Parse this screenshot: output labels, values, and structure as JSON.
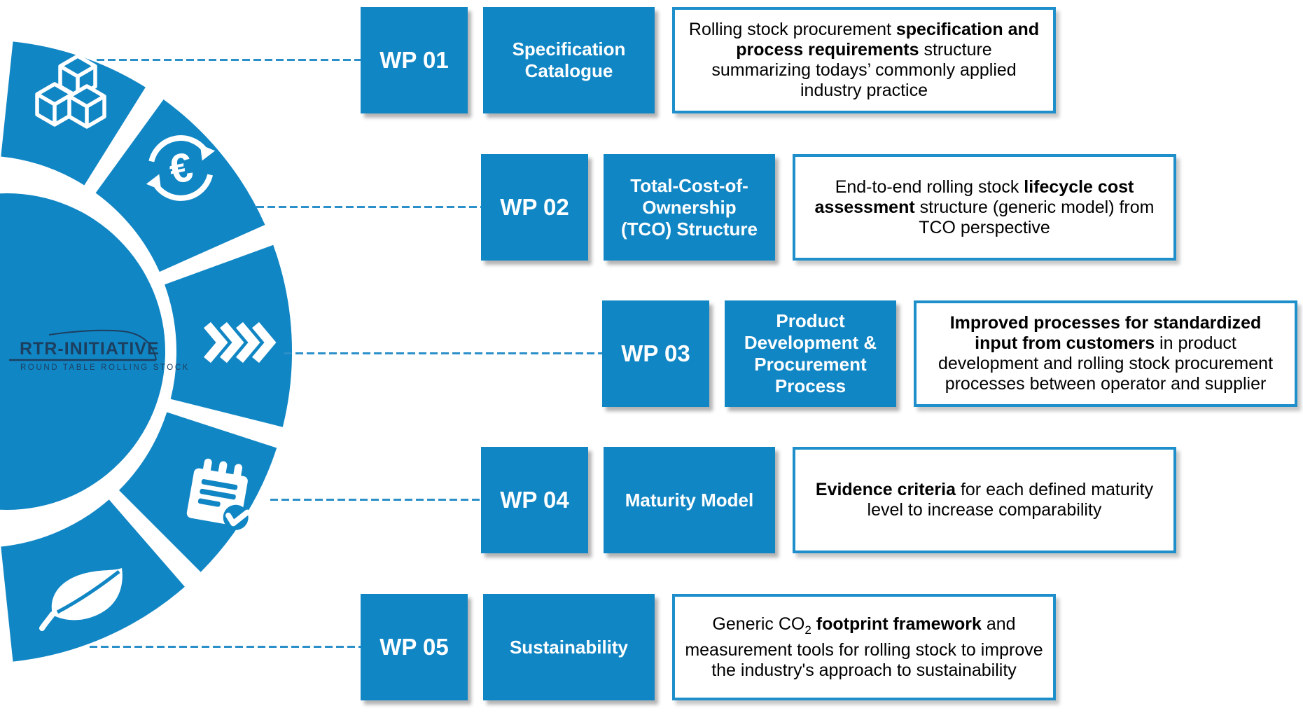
{
  "logo": {
    "title": "RTR-INITIATIVE",
    "subtitle": "ROUND TABLE ROLLING STOCK"
  },
  "colors": {
    "primary_blue": "#1186c4",
    "description_border_blue": "#1e8fca",
    "connector_dash_blue": "#2b8fc9",
    "logo_navy": "#1c3f60",
    "text_black": "#000000",
    "box_text_white": "#ffffff"
  },
  "wheel": {
    "segments": [
      {
        "icon": "cubes-icon",
        "linked_wp": "WP 01"
      },
      {
        "icon": "euro-cycle-icon",
        "linked_wp": "WP 02"
      },
      {
        "icon": "chevrons-icon",
        "linked_wp": "WP 03"
      },
      {
        "icon": "notepad-check-icon",
        "linked_wp": "WP 04"
      },
      {
        "icon": "leaf-icon",
        "linked_wp": "WP 05"
      }
    ]
  },
  "rows": [
    {
      "wp_label": "WP 01",
      "title": "Specification Catalogue",
      "description": [
        {
          "text": "Rolling stock procurement "
        },
        {
          "text": "specification and process requirements",
          "bold": true
        },
        {
          "text": " structure summarizing todays’ commonly applied industry practice"
        }
      ]
    },
    {
      "wp_label": "WP 02",
      "title": "Total-Cost-of-Ownership (TCO) Structure",
      "description": [
        {
          "text": "End-to-end rolling stock "
        },
        {
          "text": "lifecycle cost assessment",
          "bold": true
        },
        {
          "text": " structure (generic model) from TCO perspective"
        }
      ]
    },
    {
      "wp_label": "WP 03",
      "title": "Product Development & Procurement Process",
      "description": [
        {
          "text": "Improved processes for standardized input from customers",
          "bold": true
        },
        {
          "text": " in product development and rolling stock procurement processes between operator and supplier"
        }
      ]
    },
    {
      "wp_label": "WP 04",
      "title": "Maturity Model",
      "description": [
        {
          "text": "Evidence criteria",
          "bold": true
        },
        {
          "text": " for each defined maturity level to increase comparability"
        }
      ]
    },
    {
      "wp_label": "WP 05",
      "title": "Sustainability",
      "description": [
        {
          "text": "Generic CO"
        },
        {
          "text": "2",
          "sub": true
        },
        {
          "text": " "
        },
        {
          "text": "footprint framework",
          "bold": true
        },
        {
          "text": " and measurement tools for rolling stock to improve the industry's approach to sustainability"
        }
      ]
    }
  ]
}
